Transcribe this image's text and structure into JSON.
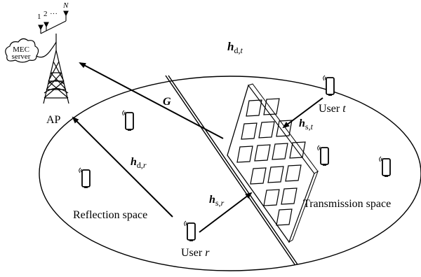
{
  "labels": {
    "mec_line1": "MEC",
    "mec_line2": "server",
    "ap": "AP",
    "antenna_1": "1",
    "antenna_2": "2",
    "antenna_dots": "···",
    "antenna_n": "N",
    "h_dt_main": "h",
    "h_dt_sub": "d,",
    "h_dt_subvar": "t",
    "g": "G",
    "h_st_main": "h",
    "h_st_sub": "s,",
    "h_st_subvar": "t",
    "h_dr_main": "h",
    "h_dr_sub": "d,",
    "h_dr_subvar": "r",
    "h_sr_main": "h",
    "h_sr_sub": "s,",
    "h_sr_subvar": "r",
    "user_t_text": "User ",
    "user_t_var": "t",
    "user_r_text": "User ",
    "user_r_var": "r",
    "reflection_space": "Reflection space",
    "transmission_space": "Transmission space"
  },
  "colors": {
    "line": "#000000",
    "background": "#ffffff"
  }
}
